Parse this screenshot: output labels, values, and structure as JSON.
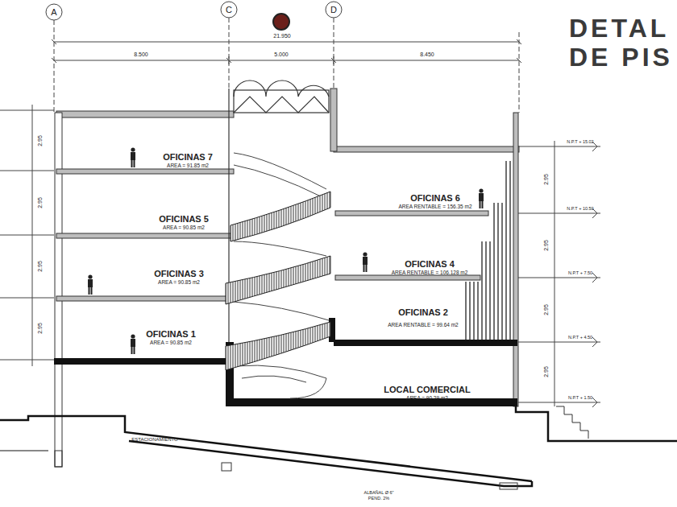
{
  "diagram": {
    "title": "DETAL DE PIS",
    "nodes": [
      {
        "text": [
          "OFICINAS 7",
          "AREA = 91.85 m2"
        ]
      },
      {
        "text": [
          "OFICINAS 5",
          "AREA = 90.85 m2"
        ]
      },
      {
        "text": [
          "OFICINAS 6",
          "AREA RENTABLE = 156.35 m2"
        ]
      },
      {
        "text": [
          "OFICINAS 3",
          "AREA = 90.85 m2"
        ]
      },
      {
        "text": [
          "OFICINAS 4",
          "AREA RENTABLE = 106.128 m2"
        ]
      },
      {
        "text": [
          "OFICINAS 2",
          "AREA RENTABLE = 99.64 m2"
        ]
      },
      {
        "text": [
          "OFICINAS 1",
          "AREA = 90.85 m2"
        ]
      },
      {
        "text": [
          "LOCAL COMERCIAL",
          "AREA = 90.29 m2"
        ]
      }
    ],
    "labels": [
      "A",
      "C",
      "D",
      "21.950",
      "8.500",
      "5.000",
      "8.450",
      "2.95",
      "2.95",
      "2.95",
      "2.95",
      "2.95",
      "2.95",
      "2.95",
      "2.95",
      "N.P.T + 15.02",
      "N.P.T + 10.50",
      "N.P.T + 7.50",
      "N.P.T + 4.50",
      "N.P.T + 1.50",
      "ESTACIONAMIENTO",
      "ALBAÑAL Ø 6\"",
      "PEND. 2%"
    ]
  }
}
